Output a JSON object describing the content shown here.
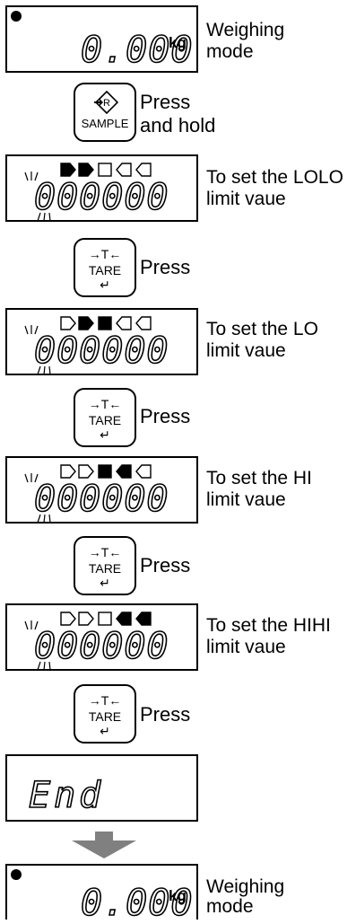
{
  "steps": {
    "weighing_top": {
      "display": "0.000",
      "unit": "kg",
      "label_line1": "Weighing",
      "label_line2": "mode"
    },
    "sample_key": {
      "name": "SAMPLE",
      "action_line1": "Press",
      "action_line2": "and hold"
    },
    "lolo": {
      "display": "000000",
      "label_line1": "To set the LOLO",
      "label_line2": "limit vaue"
    },
    "lo": {
      "display": "000000",
      "label_line1": "To set the LO",
      "label_line2": "limit vaue"
    },
    "hi": {
      "display": "000000",
      "label_line1": "To set the HI",
      "label_line2": "limit vaue"
    },
    "hihi": {
      "display": "000000",
      "label_line1": "To set the HIHI",
      "label_line2": "limit vaue"
    },
    "tare_key": {
      "arrow_text": "→T←",
      "name": "TARE",
      "enter_symbol": "↵",
      "action": "Press"
    },
    "end": {
      "display": "End"
    },
    "weighing_bottom": {
      "display": "0.000",
      "unit": "kg",
      "label_line1": "Weighing",
      "label_line2": "mode"
    }
  },
  "colors": {
    "arrow": "#808080",
    "ink": "#000000"
  },
  "indicators": {
    "lolo": [
      "filled-right",
      "filled-right",
      "empty-square",
      "empty-left",
      "empty-left"
    ],
    "lo": [
      "empty-right",
      "filled-right",
      "filled-square",
      "empty-left",
      "empty-left"
    ],
    "hi": [
      "empty-right",
      "empty-right",
      "filled-square",
      "filled-left",
      "empty-left"
    ],
    "hihi": [
      "empty-right",
      "empty-right",
      "empty-square",
      "filled-left",
      "filled-left"
    ]
  }
}
